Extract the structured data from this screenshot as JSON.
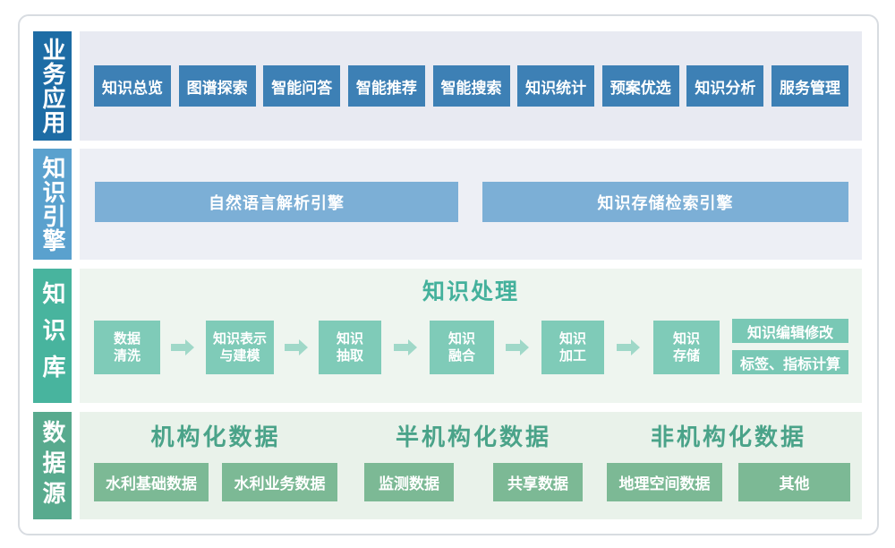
{
  "colors": {
    "layer1_label_bg": "#1d6ca5",
    "layer1_button_bg": "#3d80b5",
    "layer1_panel_bg": "#e8eaf2",
    "layer2_label_bg": "#5aa1ce",
    "layer2_bar_bg": "#7cafd6",
    "layer3_label_bg": "#48b49e",
    "layer3_box_bg": "#7fcbb8",
    "layer3_title_text": "#44b19c",
    "layer3_panel_bg": "#eef5ef",
    "layer4_label_bg": "#58aa8e",
    "layer4_box_bg": "#7cb995",
    "layer4_heading_text": "#4aa389",
    "layer4_panel_bg": "#e9f2ea",
    "arrow": "#9fd8c8",
    "border": "#d8dce1"
  },
  "layers": {
    "apps": {
      "label": "业务应用",
      "items": [
        "知识总览",
        "图谱探索",
        "智能问答",
        "智能推荐",
        "智能搜索",
        "知识统计",
        "预案优选",
        "知识分析",
        "服务管理"
      ]
    },
    "engines": {
      "label": "知识引擎",
      "items": [
        "自然语言解析引擎",
        "知识存储检索引擎"
      ]
    },
    "knowledge_base": {
      "label": "知识库",
      "title": "知识处理",
      "flow": [
        "数据\n清洗",
        "知识表示\n与建模",
        "知识\n抽取",
        "知识\n融合",
        "知识\n加工",
        "知识\n存储"
      ],
      "side": [
        "知识编辑修改",
        "标签、指标计算"
      ]
    },
    "data_sources": {
      "label": "数据源",
      "groups": [
        {
          "heading": "机构化数据",
          "items": [
            "水利基础数据",
            "水利业务数据"
          ]
        },
        {
          "heading": "半机构化数据",
          "items": [
            "监测数据",
            "共享数据"
          ]
        },
        {
          "heading": "非机构化数据",
          "items": [
            "地理空间数据",
            "其他"
          ]
        }
      ]
    }
  }
}
